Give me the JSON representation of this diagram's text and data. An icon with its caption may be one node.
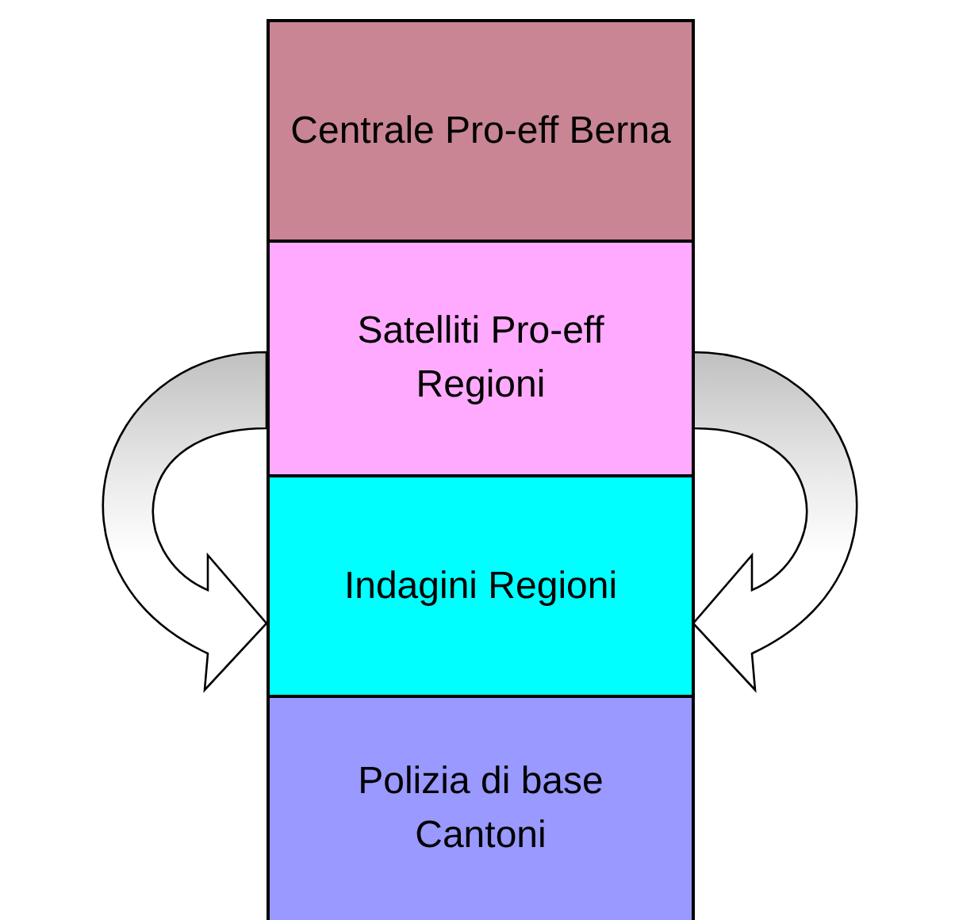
{
  "diagram": {
    "nodes": [
      {
        "text": [
          "Centrale Pro-eff Berna"
        ]
      },
      {
        "text": [
          "Satelliti Pro-eff Regioni"
        ]
      },
      {
        "text": [
          "Indagini Regioni"
        ]
      },
      {
        "text": [
          "Polizia di base Cantoni"
        ]
      }
    ],
    "edges": [
      {
        "from": 1,
        "to": 2,
        "arrow": "to"
      },
      {
        "from": 1,
        "to": 2,
        "arrow": "to"
      }
    ]
  }
}
